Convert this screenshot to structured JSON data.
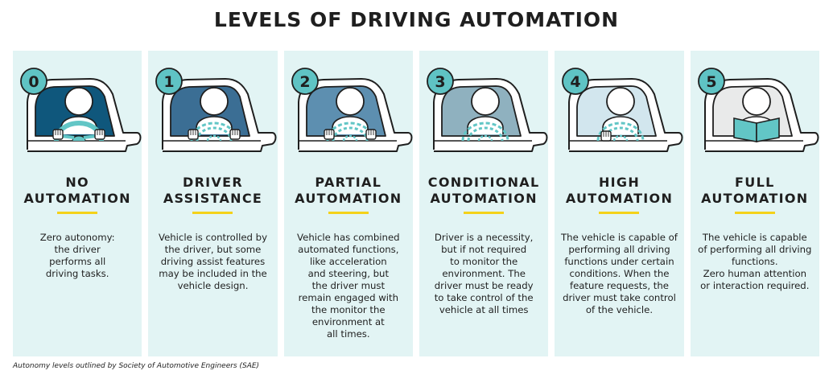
{
  "title": "LEVELS OF DRIVING AUTOMATION",
  "footnote": "Autonomy levels outlined by Society of Automotive Engineers (SAE)",
  "colors": {
    "panel_bg": "#e2f4f4",
    "badge": "#5fc3c4",
    "accent_bar": "#f4d21a",
    "wheel": "#62c6c6",
    "level_window": [
      "#0f577c",
      "#3b6e94",
      "#5d8fb0",
      "#8fb1bf",
      "#d2e6ee",
      "#e9eaea"
    ]
  },
  "levels": [
    {
      "number": "0",
      "heading": [
        "NO",
        "AUTOMATION"
      ],
      "description": [
        "Zero autonomy:",
        "the driver",
        "performs all",
        "driving tasks."
      ],
      "icon": "hands-on-steering-wheel-icon"
    },
    {
      "number": "1",
      "heading": [
        "DRIVER",
        "ASSISTANCE"
      ],
      "description": [
        "Vehicle is controlled by",
        "the driver, but some",
        "driving assist features",
        "may be included in the",
        "vehicle design."
      ],
      "icon": "hands-on-dashed-wheel-icon"
    },
    {
      "number": "2",
      "heading": [
        "PARTIAL",
        "AUTOMATION"
      ],
      "description": [
        "Vehicle has combined",
        "automated functions,",
        "like acceleration",
        "and steering, but",
        "the driver must",
        "remain engaged with",
        "the monitor the",
        "environment at",
        "all times."
      ],
      "icon": "hands-on-dashed-wheel-icon"
    },
    {
      "number": "3",
      "heading": [
        "CONDITIONAL",
        "AUTOMATION"
      ],
      "description": [
        "Driver is a necessity,",
        "but if not required",
        "to monitor the",
        "environment. The",
        "driver must be ready",
        "to take control of the",
        "vehicle at all times"
      ],
      "icon": "hands-off-dashed-wheel-icon"
    },
    {
      "number": "4",
      "heading": [
        "HIGH",
        "AUTOMATION"
      ],
      "description": [
        "The vehicle is capable of",
        "performing all driving",
        "functions under certain",
        "conditions. When the",
        "feature requests, the",
        "driver must take control",
        "of the vehicle."
      ],
      "icon": "one-hand-dashed-wheel-icon"
    },
    {
      "number": "5",
      "heading": [
        "FULL",
        "AUTOMATION"
      ],
      "description": [
        "The vehicle is capable",
        "of performing all driving",
        "functions.",
        "Zero human attention",
        "or interaction required."
      ],
      "icon": "reading-book-icon"
    }
  ]
}
